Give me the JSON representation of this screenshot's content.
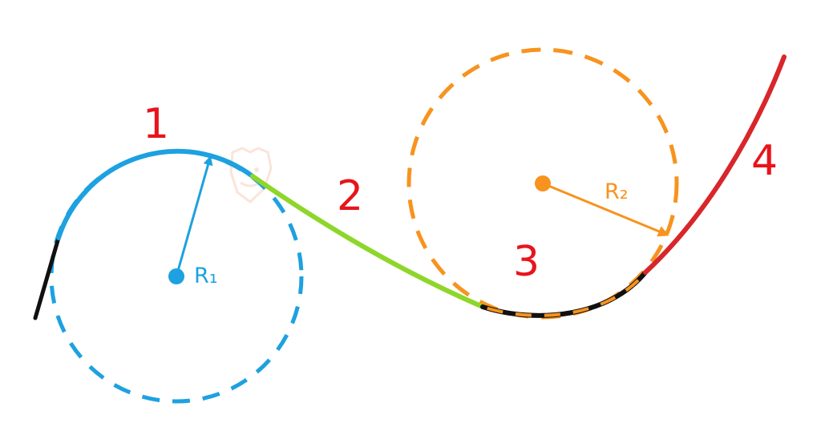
{
  "colors": {
    "circle1": "#1da1e0",
    "circle2": "#f7931e",
    "segment1": "#1da1e0",
    "segment2": "#8ed62a",
    "segment3": "#111111",
    "segment4": "#d8262a",
    "lead_in": "#111111",
    "number_labels": "#e8141c",
    "watermark": "#f4b596"
  },
  "segments": [
    {
      "label": "1",
      "color_key": "segment1"
    },
    {
      "label": "2",
      "color_key": "segment2"
    },
    {
      "label": "3",
      "color_key": "segment3"
    },
    {
      "label": "4",
      "color_key": "segment4"
    }
  ],
  "radius1": {
    "label": "R₁"
  },
  "radius2": {
    "label": "R₂"
  },
  "watermark": {
    "icon": "bear-logo-icon"
  }
}
